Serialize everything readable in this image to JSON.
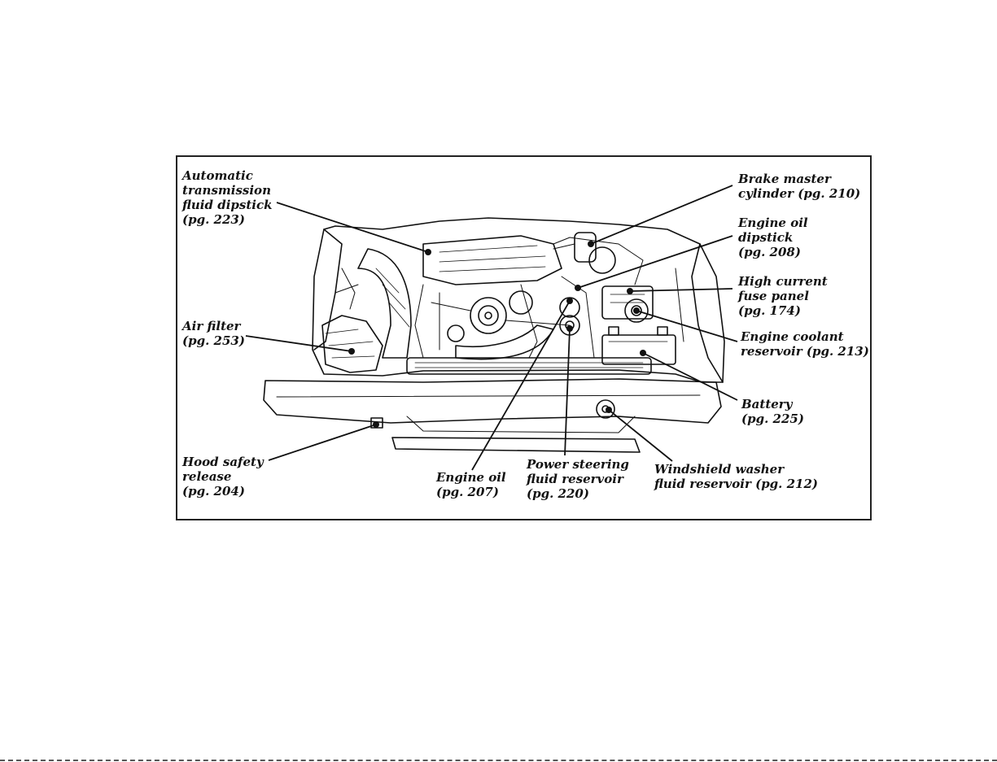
{
  "labels": {
    "atf_dipstick": [
      "Automatic",
      "transmission",
      "fluid dipstick",
      "(pg. 223)"
    ],
    "air_filter": [
      "Air filter",
      "(pg. 253)"
    ],
    "hood_release": [
      "Hood safety",
      "release",
      "(pg. 204)"
    ],
    "engine_oil": [
      "Engine oil",
      "(pg. 207)"
    ],
    "power_steering": [
      "Power steering",
      "fluid reservoir",
      "(pg. 220)"
    ],
    "washer_fluid": [
      "Windshield washer",
      "fluid reservoir (pg. 212)"
    ],
    "brake_master": [
      "Brake master",
      "cylinder (pg. 210)"
    ],
    "oil_dipstick": [
      "Engine oil",
      "dipstick",
      "(pg. 208)"
    ],
    "fuse_panel": [
      "High current",
      "fuse panel",
      "(pg. 174)"
    ],
    "coolant": [
      "Engine coolant",
      "reservoir (pg. 213)"
    ],
    "battery": [
      "Battery",
      "(pg. 225)"
    ]
  }
}
